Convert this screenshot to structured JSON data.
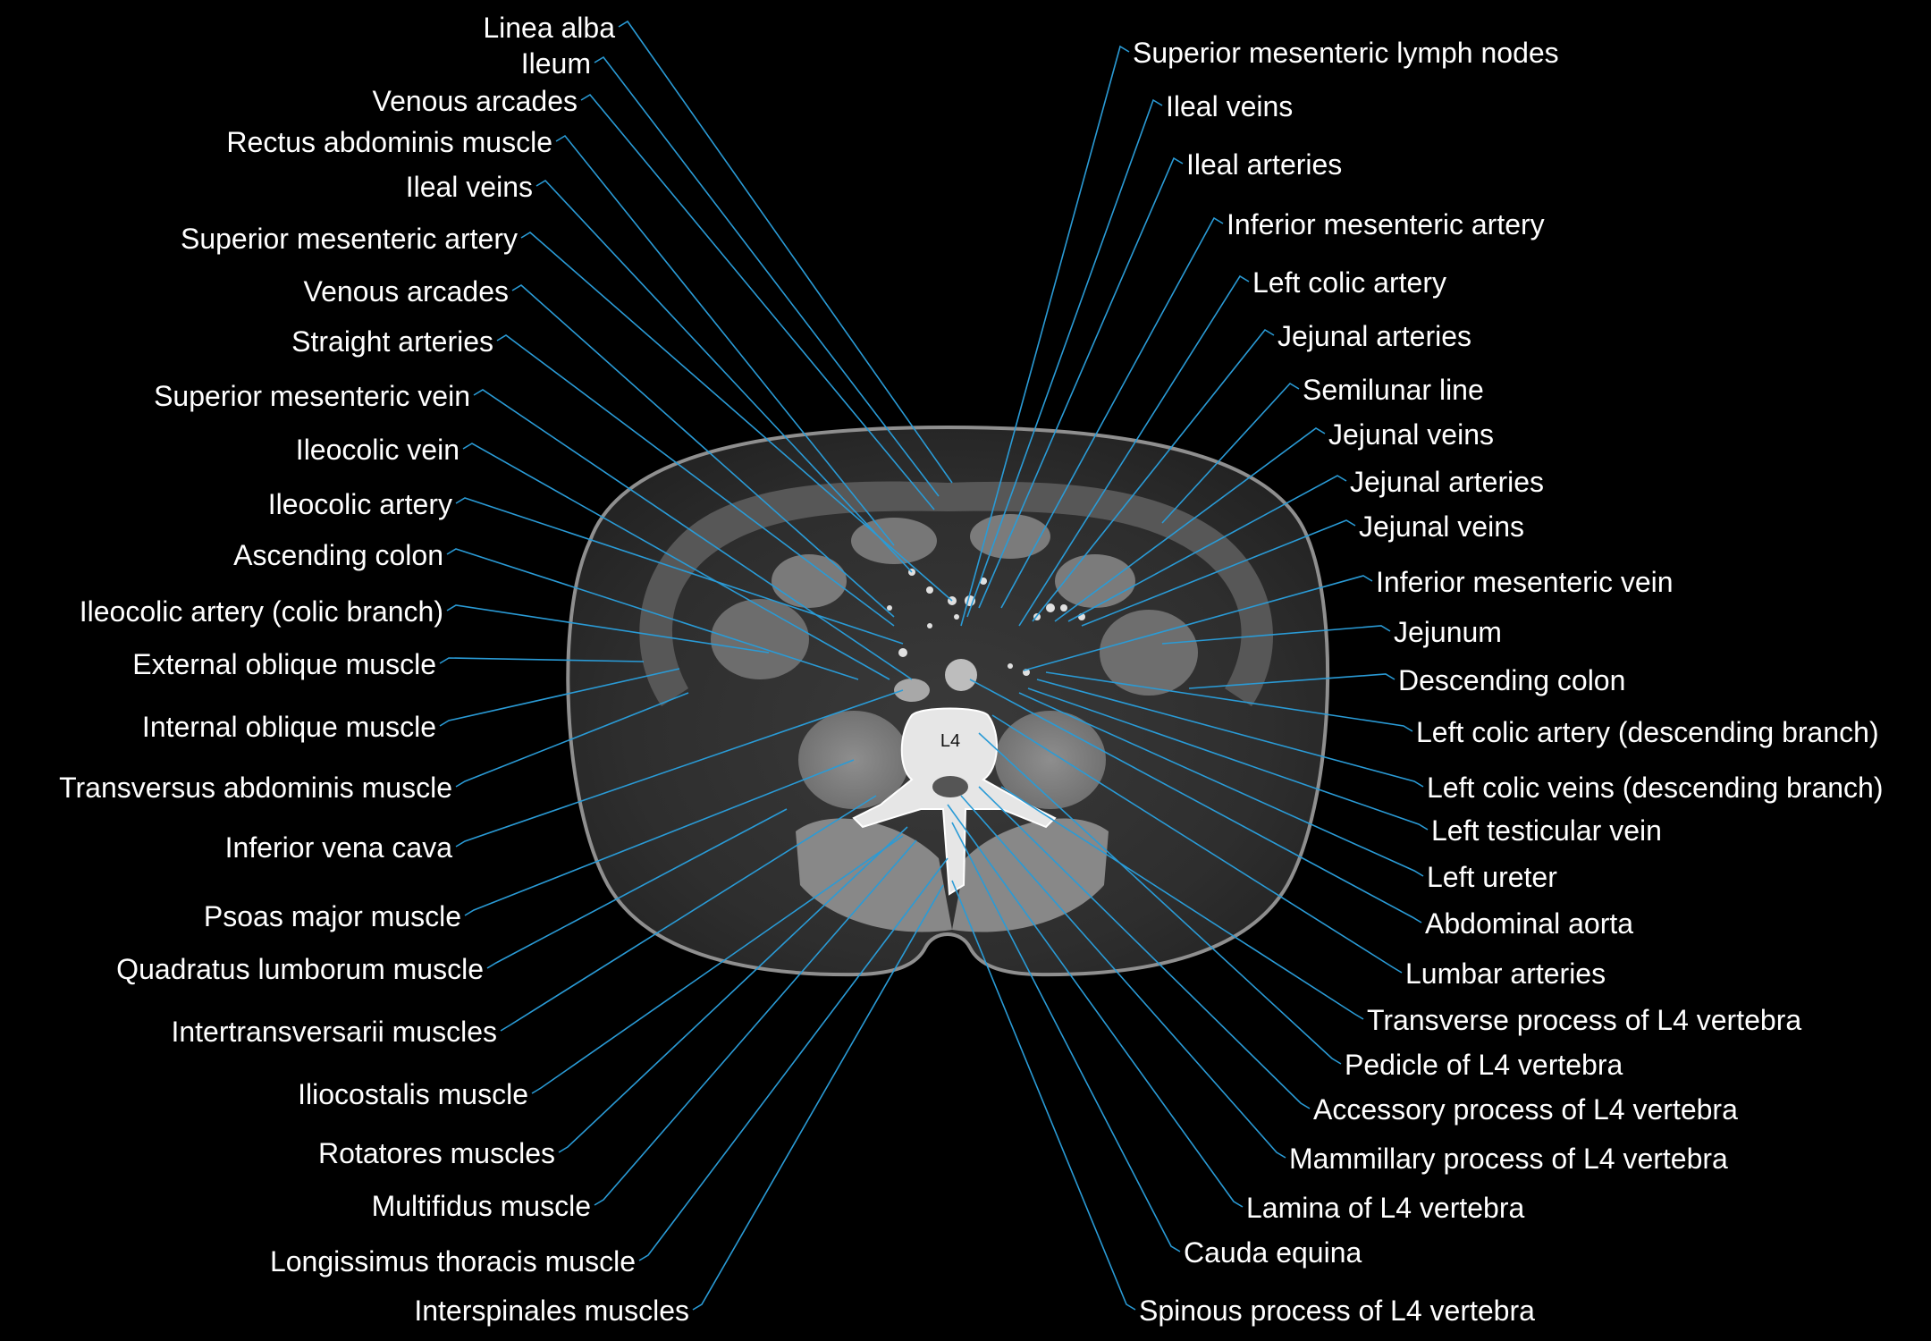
{
  "vertebra_label": "L4",
  "colors": {
    "background": "#000000",
    "leader_line": "#2a9bd6",
    "label_text": "#ffffff"
  },
  "labels_left": [
    "Linea alba",
    "Ileum",
    "Venous arcades",
    "Rectus abdominis muscle",
    "Ileal veins",
    "Superior mesenteric artery",
    "Venous arcades",
    "Straight arteries",
    "Superior mesenteric vein",
    "Ileocolic vein",
    "Ileocolic  artery",
    "Ascending colon",
    "Ileocolic  artery (colic  branch)",
    "External oblique muscle",
    "Internal oblique muscle",
    "Transversus abdominis muscle",
    "Inferior vena cava",
    "Psoas major muscle",
    "Quadratus lumborum muscle",
    "Intertransversarii muscles",
    "Iliocostalis muscle",
    "Rotatores muscles",
    "Multifidus muscle",
    "Longissimus thoracis muscle",
    "Interspinales muscles"
  ],
  "labels_right": [
    "Superior mesenteric lymph nodes",
    "Ileal veins",
    "Ileal arteries",
    "Inferior mesenteric artery",
    "Left colic  artery",
    "Jejunal arteries",
    "Semilunar line",
    "Jejunal veins",
    "Jejunal arteries",
    "Jejunal veins",
    "Inferior mesenteric vein",
    "Jejunum",
    "Descending colon",
    "Left colic  artery (descending branch)",
    "Left colic  veins (descending branch)",
    "Left testicular vein",
    "Left ureter",
    "Abdominal aorta",
    "Lumbar arteries",
    "Transverse process of L4 vertebra",
    "Pedicle of L4 vertebra",
    "Accessory process of L4 vertebra",
    "Mammillary process of L4 vertebra",
    "Lamina of L4 vertebra",
    "Cauda equina",
    "Spinous process of L4 vertebra"
  ]
}
